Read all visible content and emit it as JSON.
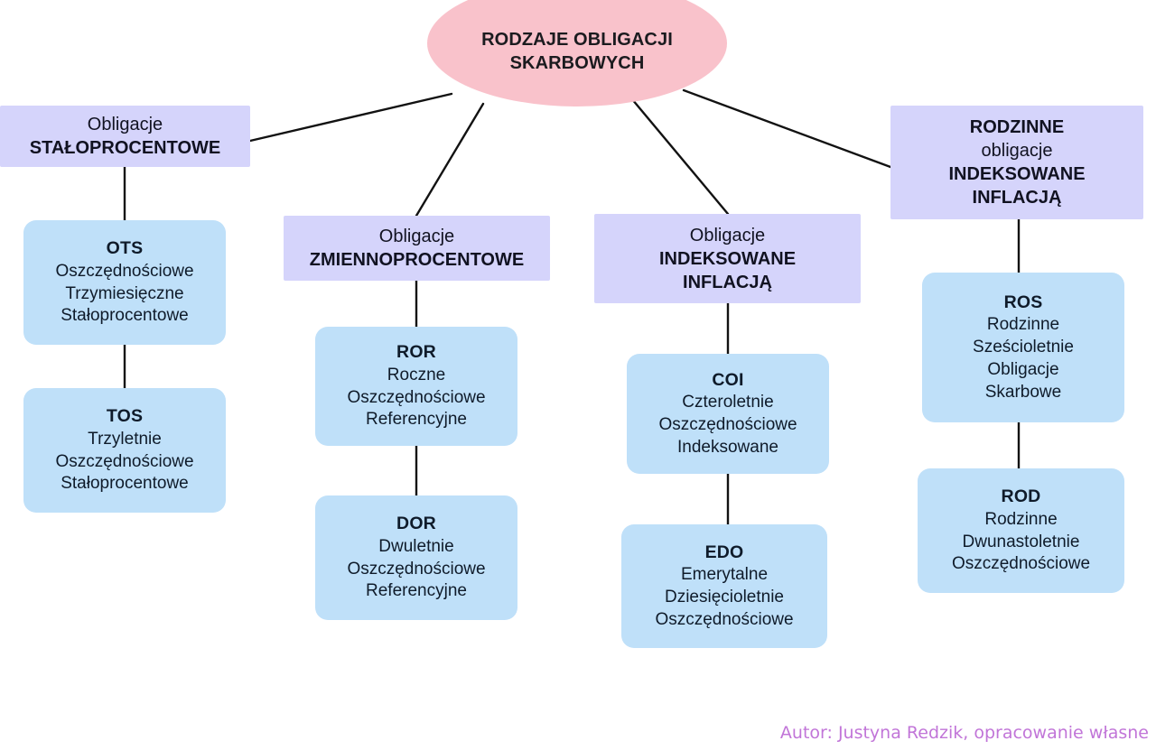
{
  "diagram": {
    "title": "RODZAJE OBLIGACJI SKARBOWYCH",
    "root": {
      "line1": "RODZAJE OBLIGACJI",
      "line2": "SKARBOWYCH"
    },
    "categories": [
      {
        "id": "staloprocentowe",
        "line1": "Obligacje",
        "line2": "STAŁOPROCENTOWE"
      },
      {
        "id": "zmiennoprocentowe",
        "line1": "Obligacje",
        "line2": "ZMIENNOPROCENTOWE"
      },
      {
        "id": "indeksowane-inflacja",
        "line1": "Obligacje",
        "line2": "INDEKSOWANE",
        "line3": "INFLACJĄ"
      },
      {
        "id": "rodzinne",
        "line1": "RODZINNE",
        "line2": "obligacje",
        "line3": "INDEKSOWANE",
        "line4": "INFLACJĄ"
      }
    ],
    "leaves": [
      {
        "id": "ots",
        "code": "OTS",
        "line1": "Oszczędnościowe",
        "line2": "Trzymiesięczne",
        "line3": "Stałoprocentowe"
      },
      {
        "id": "tos",
        "code": "TOS",
        "line1": "Trzyletnie",
        "line2": "Oszczędnościowe",
        "line3": "Stałoprocentowe"
      },
      {
        "id": "ror",
        "code": "ROR",
        "line1": "Roczne",
        "line2": "Oszczędnościowe",
        "line3": "Referencyjne"
      },
      {
        "id": "dor",
        "code": "DOR",
        "line1": "Dwuletnie",
        "line2": "Oszczędnościowe",
        "line3": "Referencyjne"
      },
      {
        "id": "coi",
        "code": "COI",
        "line1": "Czteroletnie",
        "line2": "Oszczędnościowe",
        "line3": "Indeksowane"
      },
      {
        "id": "edo",
        "code": "EDO",
        "line1": "Emerytalne",
        "line2": "Dziesięcioletnie",
        "line3": "Oszczędnościowe"
      },
      {
        "id": "ros",
        "code": "ROS",
        "line1": "Rodzinne",
        "line2": "Sześcioletnie",
        "line3": "Obligacje",
        "line4": "Skarbowe"
      },
      {
        "id": "rod",
        "code": "ROD",
        "line1": "Rodzinne",
        "line2": "Dwunastoletnie",
        "line3": "Oszczędnościowe"
      }
    ],
    "credit": "Autor: Justyna Redzik, opracowanie własne",
    "colors": {
      "root_fill": "#f9c2cb",
      "category_fill": "#d5d4fb",
      "leaf_fill": "#bfe0f9",
      "edge": "#121212",
      "text": "#111221",
      "credit_text": "#c175d8",
      "background": "#ffffff"
    }
  }
}
